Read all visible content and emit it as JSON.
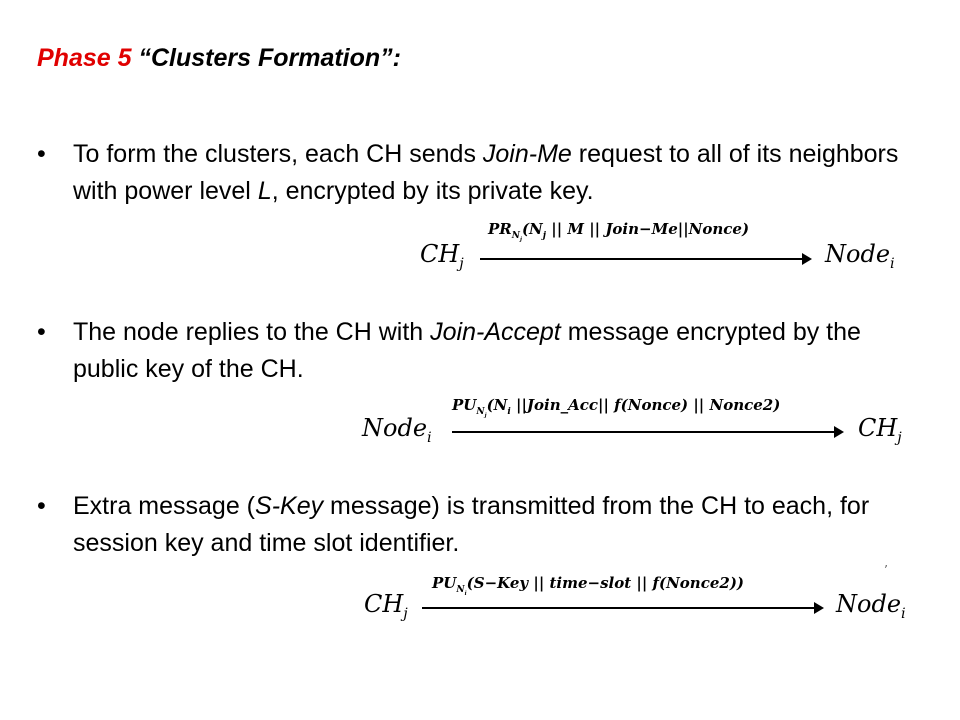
{
  "title": {
    "phase": "Phase 5",
    "name": " “Clusters Formation”:"
  },
  "bullets": [
    {
      "dot": "•",
      "pre": "To form the clusters, each CH sends ",
      "em": "Join-Me",
      "mid": " request to all of its neighbors with power level ",
      "em2": "L",
      "post": ", encrypted by its private key."
    },
    {
      "dot": "•",
      "pre": "The node replies to the CH with ",
      "em": "Join-Accept",
      "post": " message encrypted by the public key of the CH."
    },
    {
      "dot": "•",
      "pre": "Extra message (",
      "em": "S-Key",
      "post": " message) is transmitted from the CH to each, for session key and time slot identifier."
    }
  ],
  "equations": [
    {
      "from": "CH",
      "from_sub": "j",
      "to": "Node",
      "to_sub": "i",
      "label_pre": "PR",
      "label_sub": "N",
      "label_subsub": "j",
      "label_post": "(N",
      "label_post_sub": "j",
      "label_rest": " || M || Join−Me||Nonce)"
    },
    {
      "from": "Node",
      "from_sub": "i",
      "to": "CH",
      "to_sub": "j",
      "label_pre": "PU",
      "label_sub": "N",
      "label_subsub": "j",
      "label_post": "(N",
      "label_post_sub": "i",
      "label_rest": " ||Join_Acc|| f(Nonce) || Nonce2)"
    },
    {
      "from": "CH",
      "from_sub": "j",
      "to": "Node",
      "to_sub": "i",
      "label_pre": "PU",
      "label_sub": "N",
      "label_subsub": "i",
      "label_post": "(S−Key ||  time−slot || f(Nonce2))",
      "label_post_sub": "",
      "label_rest": ""
    }
  ],
  "stray_mark": "’"
}
